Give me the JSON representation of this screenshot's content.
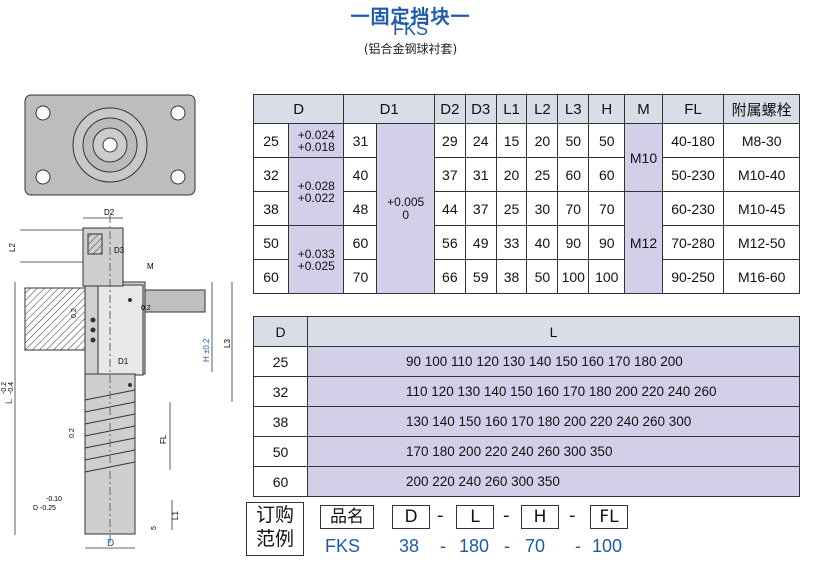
{
  "header": {
    "title": "一固定挡块一",
    "code": "FKS",
    "subtitle": "(铝合金钢球衬套)"
  },
  "drawing_labels": {
    "d2": "D2",
    "d3": "D3",
    "m": "M",
    "d1": "D1",
    "l2": "L2",
    "l3": "L3",
    "h_tol": "H ±0.2",
    "l_tol_top": "-0.2",
    "l_tol_bot": "-0.4",
    "l_sym": "L",
    "fl": "FL",
    "l1": "L1",
    "s": "5",
    "d_tol_top": "-0.10",
    "d_tol_bot": "D -0.25",
    "d_bottom": "D",
    "rough1": "0.2",
    "rough2": "0.2",
    "rough3": "0.2"
  },
  "table1": {
    "headers": [
      "D",
      "D1",
      "D2",
      "D3",
      "L1",
      "L2",
      "L3",
      "H",
      "M",
      "FL",
      "附属螺栓"
    ],
    "rows": [
      {
        "d": "25",
        "d1": "31",
        "d2": "29",
        "d3": "24",
        "l1": "15",
        "l2": "20",
        "l3": "50",
        "h": "50",
        "fl": "40-180",
        "bolt": "M8-30"
      },
      {
        "d": "32",
        "d1": "40",
        "d2": "37",
        "d3": "31",
        "l1": "20",
        "l2": "25",
        "l3": "60",
        "h": "60",
        "fl": "50-230",
        "bolt": "M10-40"
      },
      {
        "d": "38",
        "d1": "48",
        "d2": "44",
        "d3": "37",
        "l1": "25",
        "l2": "30",
        "l3": "70",
        "h": "70",
        "fl": "60-230",
        "bolt": "M10-45"
      },
      {
        "d": "50",
        "d1": "60",
        "d2": "56",
        "d3": "49",
        "l1": "33",
        "l2": "40",
        "l3": "90",
        "h": "90",
        "fl": "70-280",
        "bolt": "M12-50"
      },
      {
        "d": "60",
        "d1": "70",
        "d2": "66",
        "d3": "59",
        "l1": "38",
        "l2": "50",
        "l3": "100",
        "h": "100",
        "fl": "90-250",
        "bolt": "M16-60"
      }
    ],
    "tol_a_top": "+0.024",
    "tol_a_bot": "+0.018",
    "tol_b_top": "+0.028",
    "tol_b_bot": "+0.022",
    "tol_c_top": "+0.033",
    "tol_c_bot": "+0.025",
    "d1_tol_top": "+0.005",
    "d1_tol_bot": "0",
    "m_a": "M10",
    "m_b": "M12"
  },
  "table2": {
    "headers": [
      "D",
      "L"
    ],
    "rows": [
      {
        "d": "25",
        "l": "90 100 110 120 130 140 150 160 170 180 200"
      },
      {
        "d": "32",
        "l": "110 120 130 140 150 160 170 180 200 220 240 260"
      },
      {
        "d": "38",
        "l": "130 140 150 160 170 180 200 220 240 260 300"
      },
      {
        "d": "50",
        "l": "170 180 200 220 240 260 300 350"
      },
      {
        "d": "60",
        "l": "200 220 240 260 300 350"
      }
    ]
  },
  "order_example": {
    "label_top": "订购",
    "label_bot": "范例",
    "name_label": "品名",
    "code": "FKS",
    "fields": [
      "D",
      "L",
      "H",
      "FL"
    ],
    "values": [
      "38",
      "180",
      "70",
      "100"
    ],
    "sep": "-"
  }
}
